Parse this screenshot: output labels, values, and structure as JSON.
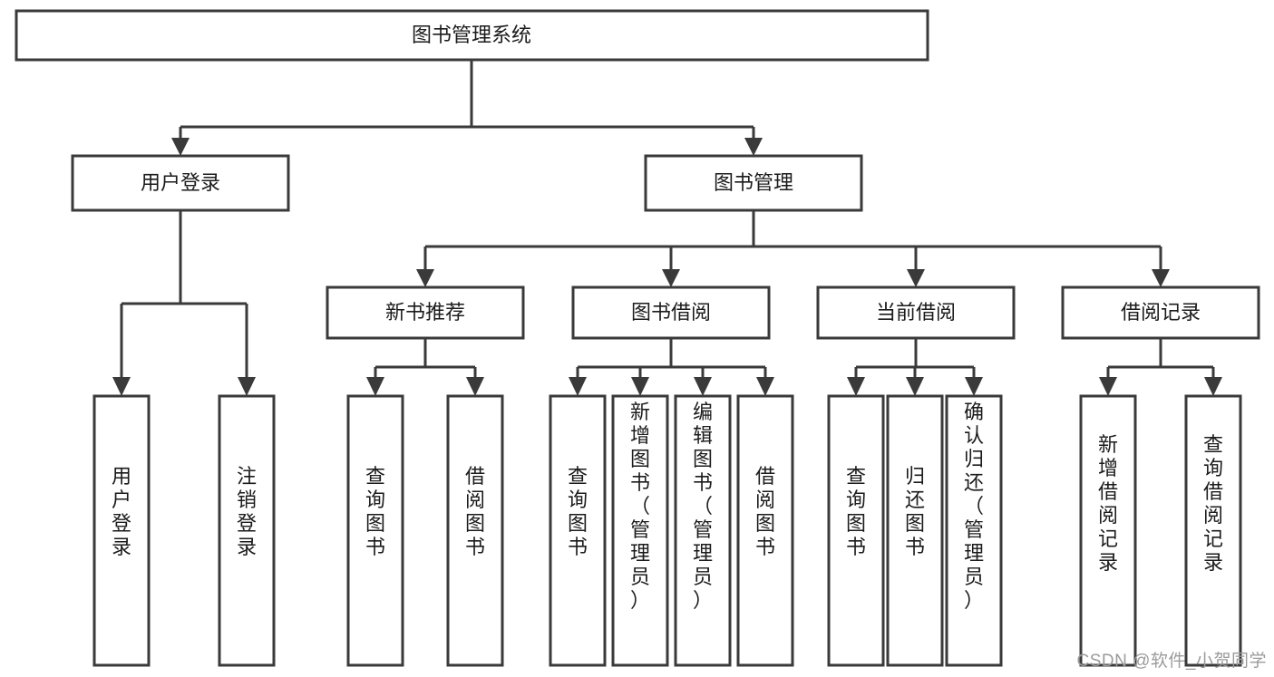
{
  "diagram": {
    "type": "tree",
    "title": "图书管理系统",
    "orientation": "top-down",
    "colors": {
      "background": "#ffffff",
      "box_fill": "#ffffff",
      "box_stroke": "#3a3a3a",
      "text": "#1b1b1b",
      "watermark": "#9b9b9b"
    },
    "root": {
      "id": "root",
      "label": "图书管理系统"
    },
    "level1": [
      {
        "id": "user-login",
        "label": "用户登录"
      },
      {
        "id": "book-manage",
        "label": "图书管理"
      }
    ],
    "level2": [
      {
        "id": "new-book-rec",
        "label": "新书推荐",
        "parent": "book-manage"
      },
      {
        "id": "book-borrow",
        "label": "图书借阅",
        "parent": "book-manage"
      },
      {
        "id": "current-borrow",
        "label": "当前借阅",
        "parent": "book-manage"
      },
      {
        "id": "borrow-record",
        "label": "借阅记录",
        "parent": "book-manage"
      }
    ],
    "leaves": [
      {
        "id": "leaf-user-login",
        "label": "用户登录",
        "parent": "user-login"
      },
      {
        "id": "leaf-logout",
        "label": "注销登录",
        "parent": "user-login"
      },
      {
        "id": "leaf-query-book-1",
        "label": "查询图书",
        "parent": "new-book-rec"
      },
      {
        "id": "leaf-borrow-book-1",
        "label": "借阅图书",
        "parent": "new-book-rec"
      },
      {
        "id": "leaf-query-book-2",
        "label": "查询图书",
        "parent": "book-borrow"
      },
      {
        "id": "leaf-add-book",
        "label": "新增图书（管理员）",
        "parent": "book-borrow"
      },
      {
        "id": "leaf-edit-book",
        "label": "编辑图书（管理员）",
        "parent": "book-borrow"
      },
      {
        "id": "leaf-borrow-book-2",
        "label": "借阅图书",
        "parent": "book-borrow"
      },
      {
        "id": "leaf-query-book-3",
        "label": "查询图书",
        "parent": "current-borrow"
      },
      {
        "id": "leaf-return-book",
        "label": "归还图书",
        "parent": "current-borrow"
      },
      {
        "id": "leaf-confirm-return",
        "label": "确认归还（管理员）",
        "parent": "current-borrow"
      },
      {
        "id": "leaf-add-record",
        "label": "新增借阅记录",
        "parent": "borrow-record"
      },
      {
        "id": "leaf-query-record",
        "label": "查询借阅记录",
        "parent": "borrow-record"
      }
    ]
  },
  "watermark": {
    "text": "CSDN @软件_小贺同学"
  }
}
